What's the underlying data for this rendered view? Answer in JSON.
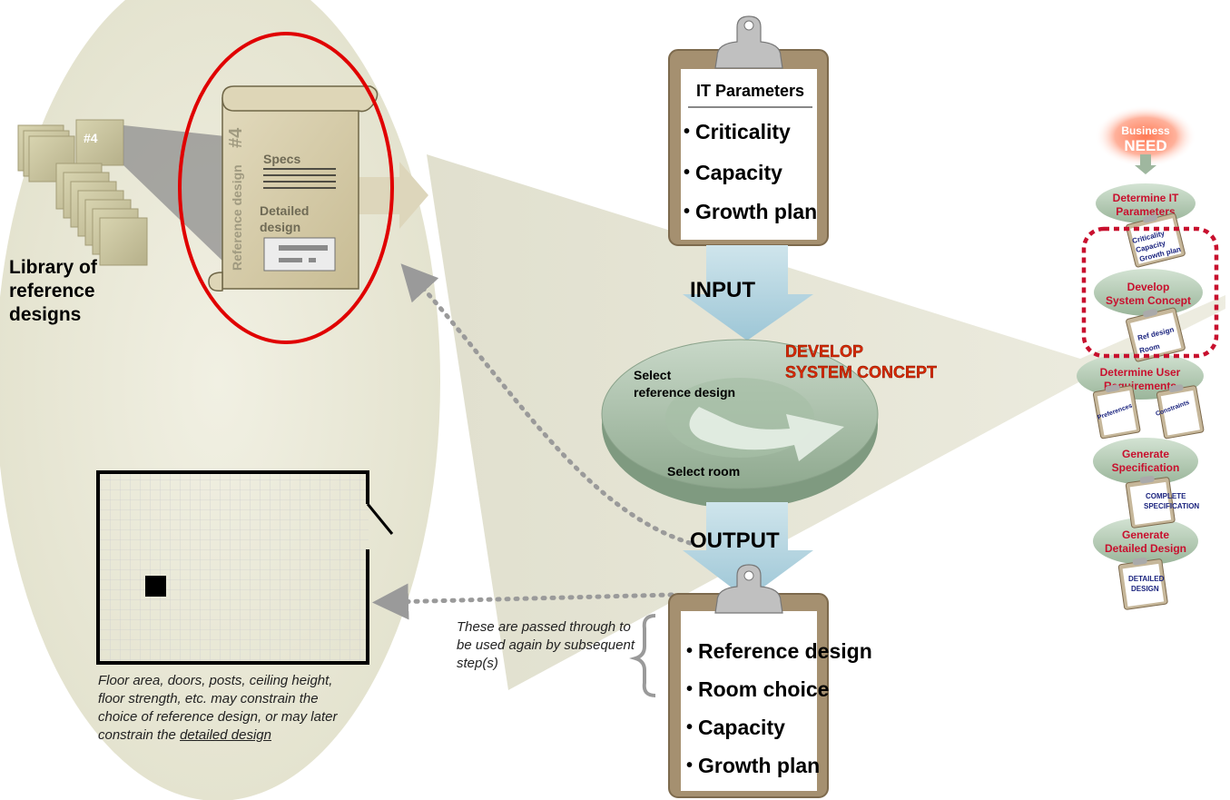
{
  "library": {
    "label": "Library of reference designs",
    "stack_tag": "#4"
  },
  "reference_scroll": {
    "side_title": "Reference design",
    "side_number": "#4",
    "specs_label": "Specs",
    "detailed_label": "Detailed design"
  },
  "input_clipboard": {
    "title": "IT Parameters",
    "items": [
      "Criticality",
      "Capacity",
      "Growth plan"
    ]
  },
  "input_arrow_label": "INPUT",
  "output_arrow_label": "OUTPUT",
  "cycle": {
    "heading_line1": "DEVELOP",
    "heading_line2": "SYSTEM CONCEPT",
    "select_reference": "Select reference design",
    "select_room": "Select room"
  },
  "output_clipboard": {
    "items": [
      "Reference design",
      "Room choice",
      "Capacity",
      "Growth plan"
    ]
  },
  "pass_note": "These are passed through to be used again by subsequent step(s)",
  "floor_note": {
    "text": "Floor area, doors, posts, ceiling height, floor strength, etc. may constrain the choice of reference design, or may later constrain the ",
    "link": "detailed design"
  },
  "process": {
    "need_line1": "Business",
    "need_line2": "NEED",
    "steps": [
      {
        "line1": "Determine IT",
        "line2": "Parameters"
      },
      {
        "line1": "Develop",
        "line2": "System Concept"
      },
      {
        "line1": "Determine User",
        "line2": "Requirements"
      },
      {
        "line1": "Generate",
        "line2": "Specification"
      },
      {
        "line1": "Generate",
        "line2": "Detailed Design"
      }
    ],
    "docs": {
      "params": [
        "Criticality",
        "Capacity",
        "Growth plan"
      ],
      "concept": [
        "Ref design",
        "Room"
      ],
      "prefs": "Preferences",
      "constraints": "Constraints",
      "spec": [
        "COMPLETE",
        "SPECIFICATION"
      ],
      "detailed": [
        "DETAILED",
        "DESIGN"
      ]
    }
  },
  "colors": {
    "highlight_ring": "#e00000",
    "process_red": "#c8102e",
    "doc_blue": "#1a237e",
    "arrow_blue": "#b9d8e3",
    "paper": "#d9cfae"
  }
}
